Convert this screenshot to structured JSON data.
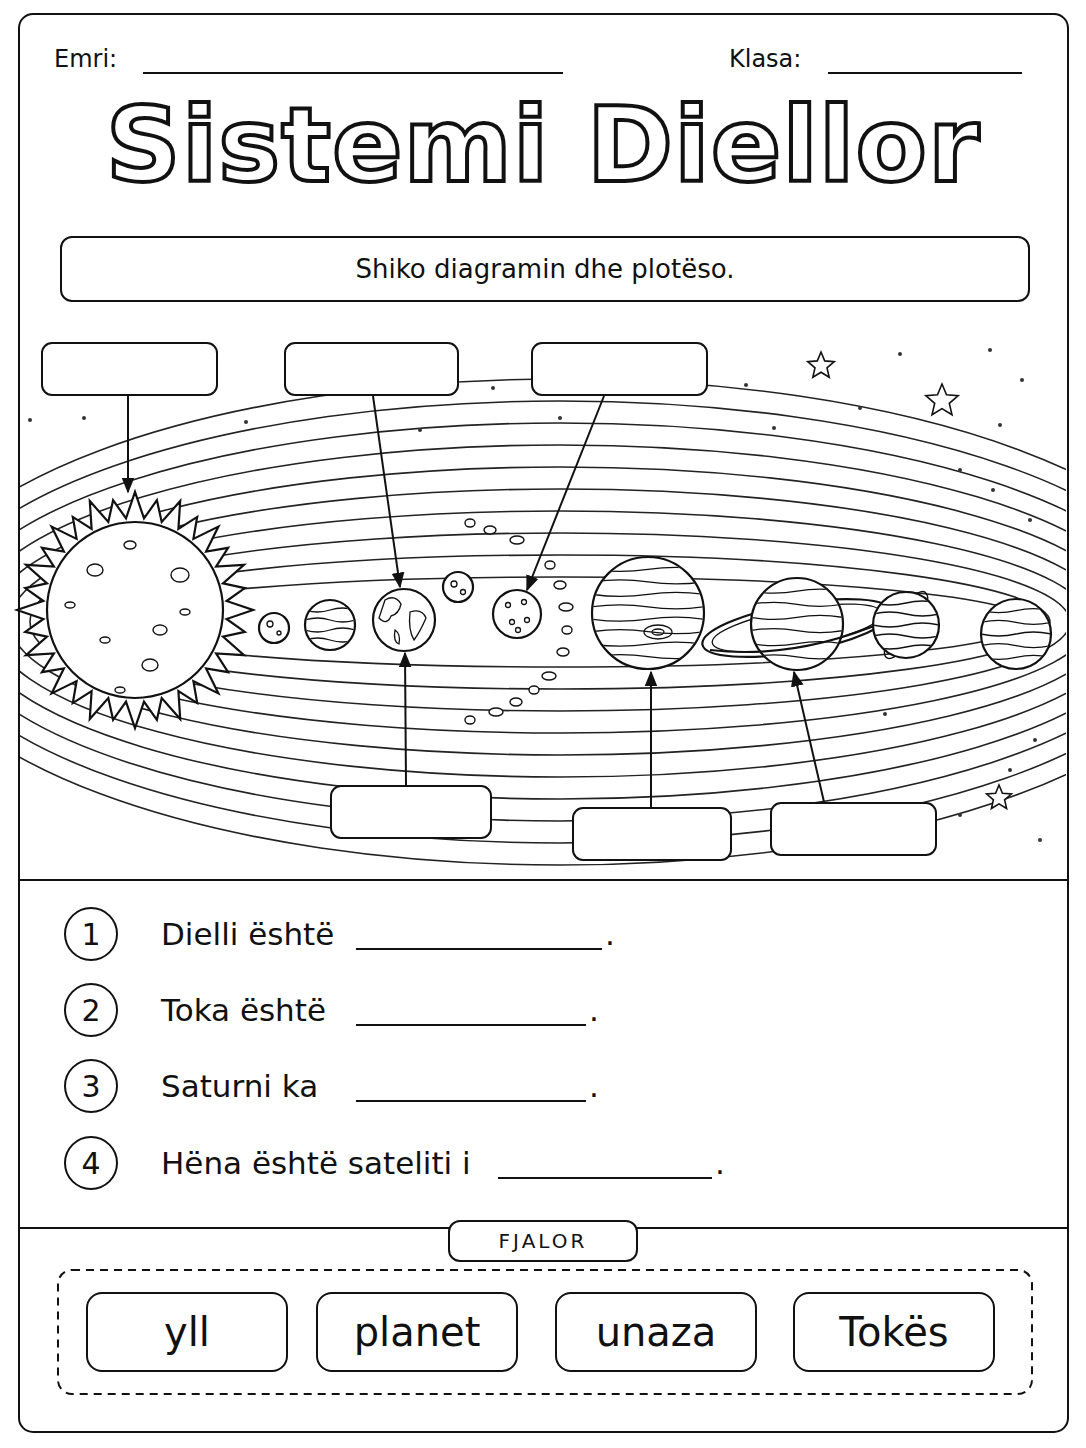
{
  "diagram": {
    "title": "Sistemi Diellor",
    "nodes": [
      {
        "text": [
          "Shiko diagramin dhe plotëso."
        ]
      },
      {
        "text": [
          "1"
        ]
      },
      {
        "text": [
          "2"
        ]
      },
      {
        "text": [
          "3"
        ]
      },
      {
        "text": [
          "4"
        ]
      },
      {
        "text": [
          "FJALOR"
        ]
      },
      {
        "text": [
          "yll"
        ]
      },
      {
        "text": [
          "planet"
        ]
      },
      {
        "text": [
          "unaza"
        ]
      },
      {
        "text": [
          "Tokës"
        ]
      }
    ],
    "labels": [
      "Emri:",
      "Klasa:",
      "Dielli është",
      ".",
      "Toka është",
      ".",
      "Saturni ka",
      ".",
      "Hëna është sateliti i",
      "."
    ]
  }
}
